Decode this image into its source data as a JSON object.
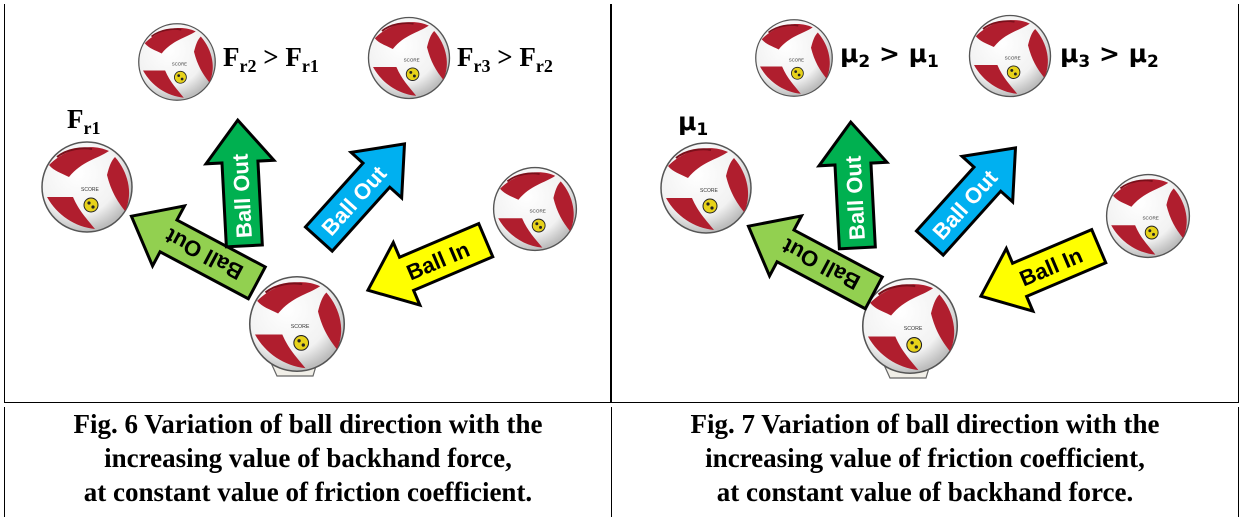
{
  "figures": [
    {
      "caption": [
        "Fig. 6 Variation of ball direction with the",
        "increasing value of backhand force,",
        "at constant value of friction coefficient."
      ],
      "labels": {
        "low": "Fr1",
        "mid": "Fr2 > Fr1",
        "high": "Fr3 > Fr2"
      },
      "label_parts": {
        "low_main": "F",
        "low_sub": "r1",
        "mid_a": "F",
        "mid_a_sub": "r2",
        "mid_op": " > ",
        "mid_b": "F",
        "mid_b_sub": "r1",
        "high_a": "F",
        "high_a_sub": "r3",
        "high_op": " > ",
        "high_b": "F",
        "high_b_sub": "r2"
      }
    },
    {
      "caption": [
        "Fig. 7 Variation of ball direction with the",
        "increasing value of friction coefficient,",
        "at constant value of backhand force."
      ],
      "labels": {
        "low": "μ1",
        "mid": "μ2 > μ1",
        "high": "μ3 > μ2"
      },
      "label_parts": {
        "low_main": "μ",
        "low_sub": "1",
        "mid_a": "μ",
        "mid_a_sub": "2",
        "mid_op": " > ",
        "mid_b": "μ",
        "mid_b_sub": "1",
        "high_a": "μ",
        "high_a_sub": "3",
        "high_op": " > ",
        "high_b": "μ",
        "high_b_sub": "2"
      }
    }
  ],
  "arrows": {
    "ball_in": "Ball In",
    "ball_out": "Ball Out"
  },
  "colors": {
    "arrow_yellow": "#ffff00",
    "arrow_light_green": "#92d050",
    "arrow_green": "#00b050",
    "arrow_blue": "#00b0f0",
    "ball_red": "#b01e2e",
    "glove_orange": "#e07a2a"
  }
}
